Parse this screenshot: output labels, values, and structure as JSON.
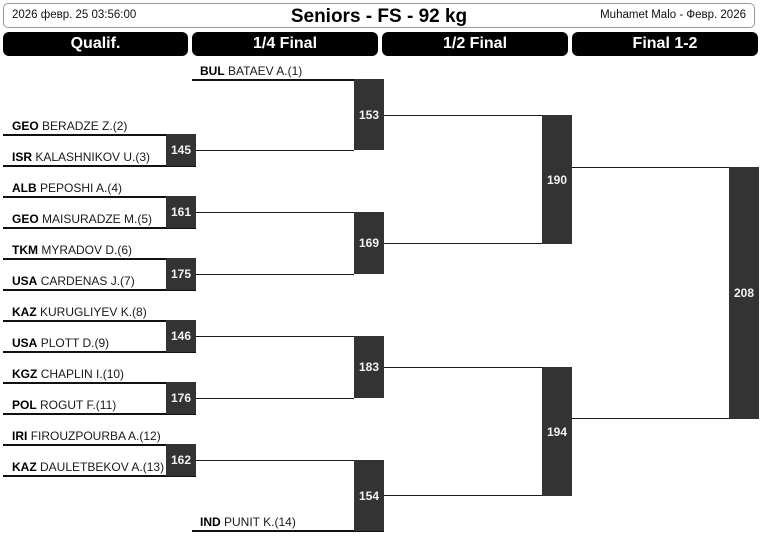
{
  "header": {
    "date": "2026 февр. 25 03:56:00",
    "title": "Seniors - FS - 92 kg",
    "author": "Muhamet Malo - Февр. 2026"
  },
  "rounds": [
    {
      "label": "Qualif."
    },
    {
      "label": "1/4 Final"
    },
    {
      "label": "1/2 Final"
    },
    {
      "label": "Final 1-2"
    }
  ],
  "chart_data": {
    "type": "bracket",
    "title": "Seniors - FS - 92 kg",
    "rounds": [
      "Qualif.",
      "1/4 Final",
      "1/2 Final",
      "Final 1-2"
    ]
  },
  "qualif": {
    "athletes": [
      {
        "country": "GEO",
        "name": "BERADZE Z.(2)"
      },
      {
        "country": "ISR",
        "name": "KALASHNIKOV U.(3)"
      },
      {
        "country": "ALB",
        "name": "PEPOSHI A.(4)"
      },
      {
        "country": "GEO",
        "name": "MAISURADZE M.(5)"
      },
      {
        "country": "TKM",
        "name": "MYRADOV D.(6)"
      },
      {
        "country": "USA",
        "name": "CARDENAS J.(7)"
      },
      {
        "country": "KAZ",
        "name": "KURUGLIYEV K.(8)"
      },
      {
        "country": "USA",
        "name": "PLOTT D.(9)"
      },
      {
        "country": "KGZ",
        "name": "CHAPLIN I.(10)"
      },
      {
        "country": "POL",
        "name": "ROGUT F.(11)"
      },
      {
        "country": "IRI",
        "name": "FIROUZPOURBA A.(12)"
      },
      {
        "country": "KAZ",
        "name": "DAULETBEKOV A.(13)"
      }
    ],
    "bouts": [
      {
        "number": "145"
      },
      {
        "number": "161"
      },
      {
        "number": "175"
      },
      {
        "number": "146"
      },
      {
        "number": "176"
      },
      {
        "number": "162"
      }
    ]
  },
  "quarter": {
    "athletes": [
      {
        "country": "BUL",
        "name": "BATAEV A.(1)"
      },
      {
        "country": "IND",
        "name": "PUNIT K.(14)"
      }
    ],
    "bouts": [
      {
        "number": "153"
      },
      {
        "number": "169"
      },
      {
        "number": "183"
      },
      {
        "number": "154"
      }
    ]
  },
  "semi": {
    "bouts": [
      {
        "number": "190"
      },
      {
        "number": "194"
      }
    ]
  },
  "final": {
    "bouts": [
      {
        "number": "208"
      }
    ]
  }
}
